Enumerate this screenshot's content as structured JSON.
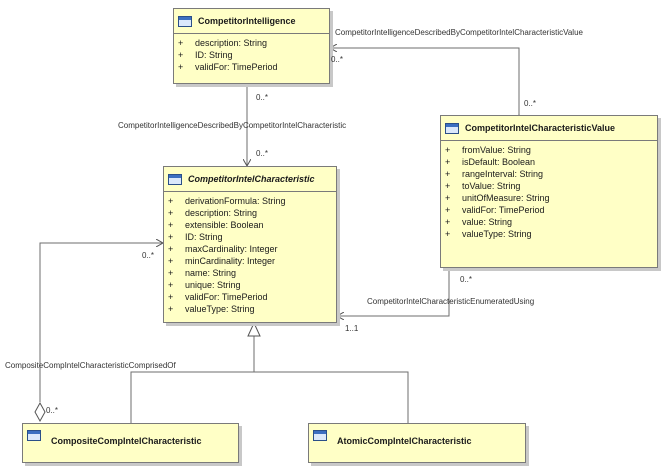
{
  "classes": {
    "competitor_intelligence": {
      "name": "CompetitorIntelligence",
      "attributes": [
        {
          "vis": "+",
          "text": "description: String"
        },
        {
          "vis": "+",
          "text": "ID: String"
        },
        {
          "vis": "+",
          "text": "validFor: TimePeriod"
        }
      ]
    },
    "competitor_intel_characteristic": {
      "name": "CompetitorIntelCharacteristic",
      "abstract": true,
      "attributes": [
        {
          "vis": "+",
          "text": "derivationFormula: String"
        },
        {
          "vis": "+",
          "text": "description: String"
        },
        {
          "vis": "+",
          "text": "extensible: Boolean"
        },
        {
          "vis": "+",
          "text": "ID: String"
        },
        {
          "vis": "+",
          "text": "maxCardinality: Integer"
        },
        {
          "vis": "+",
          "text": "minCardinality: Integer"
        },
        {
          "vis": "+",
          "text": "name: String"
        },
        {
          "vis": "+",
          "text": "unique: String"
        },
        {
          "vis": "+",
          "text": "validFor: TimePeriod"
        },
        {
          "vis": "+",
          "text": "valueType: String"
        }
      ]
    },
    "competitor_intel_characteristic_value": {
      "name": "CompetitorIntelCharacteristicValue",
      "attributes": [
        {
          "vis": "+",
          "text": "fromValue: String"
        },
        {
          "vis": "+",
          "text": "isDefault: Boolean"
        },
        {
          "vis": "+",
          "text": "rangeInterval: String"
        },
        {
          "vis": "+",
          "text": "toValue: String"
        },
        {
          "vis": "+",
          "text": "unitOfMeasure: String"
        },
        {
          "vis": "+",
          "text": "validFor: TimePeriod"
        },
        {
          "vis": "+",
          "text": "value: String"
        },
        {
          "vis": "+",
          "text": "valueType: String"
        }
      ]
    },
    "composite": {
      "name": "CompositeCompIntelCharacteristic"
    },
    "atomic": {
      "name": "AtomicCompIntelCharacteristic"
    }
  },
  "associations": {
    "intel_described_by_value": {
      "name": "CompetitorIntelligenceDescribedByCompetitorIntelCharacteristicValue",
      "source_mult": "0..*",
      "target_mult": "0..*"
    },
    "intel_described_by_char": {
      "name": "CompetitorIntelligenceDescribedByCompetitorIntelCharacteristic",
      "source_mult": "0..*",
      "target_mult": "0..*"
    },
    "enumerated_using": {
      "name": "CompetitorIntelCharacteristicEnumeratedUsing",
      "source_mult": "0..*",
      "target_mult": "1..1"
    },
    "comprised_of": {
      "name": "CompositeCompIntelCharacteristicComprisedOf",
      "source_mult": "0..*",
      "target_mult": "0..*"
    }
  },
  "colors": {
    "class_fill": "#ffffc6",
    "class_border": "#7a7a7a",
    "icon_blue": "#3c6fc1",
    "line": "#6e6e6e"
  }
}
